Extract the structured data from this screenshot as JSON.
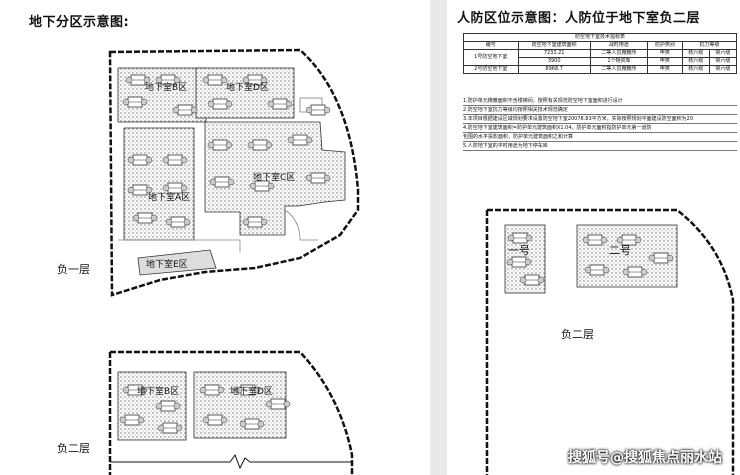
{
  "left": {
    "title": "地下分区示意图:",
    "zones": {
      "b": "地下室B区",
      "d": "地下室D区",
      "c": "地下室C区",
      "a": "地下室A区",
      "e": "地下室E区",
      "b2": "地下室B区",
      "d2": "地下室D区"
    },
    "floor1_label": "负一层",
    "floor2_label": "负二层"
  },
  "right": {
    "title": "人防区位示意图：人防位于地下室负二层",
    "table": {
      "caption": "防空地下室技术指标表",
      "headers": [
        "编号",
        "防空地下室建筑面积",
        "战时用途",
        "防护类别",
        "抗力等级"
      ],
      "rows": [
        [
          "1号防空地下室",
          "7233.21",
          "二等人员掩蔽所",
          "甲类",
          "核六级",
          "常六级"
        ],
        [
          "",
          "3900",
          "1个物资库",
          "甲类",
          "核六级",
          "常六级"
        ],
        [
          "2号防空地下室",
          "8968.7",
          "二等人员掩蔽所",
          "甲类",
          "核六级",
          "常六级"
        ]
      ]
    },
    "notes": [
      "1.防护单元掩蔽面积不含楼梯间，按照有关规范防空地下室面积进行设计",
      "2.防空地下室抗力等级均按照相关技术规范确定",
      "3.本项目根据建设区域规划要求设置防空地下室20078.83平方米，实际按照规划平面建设防空面积为20",
      "4.防空地下室建筑面积=防护单元建筑面积X1.04，防护单元面积指防护单元第一道防",
      "  包围的水平投影面积，防护单元建筑面积之和计算",
      "5.人防地下室的平时用途为地下停车库"
    ],
    "zone1": "一号",
    "zone2": "二号",
    "floor_label": "负二层"
  },
  "watermark": "搜狐号@搜狐焦点丽水站"
}
